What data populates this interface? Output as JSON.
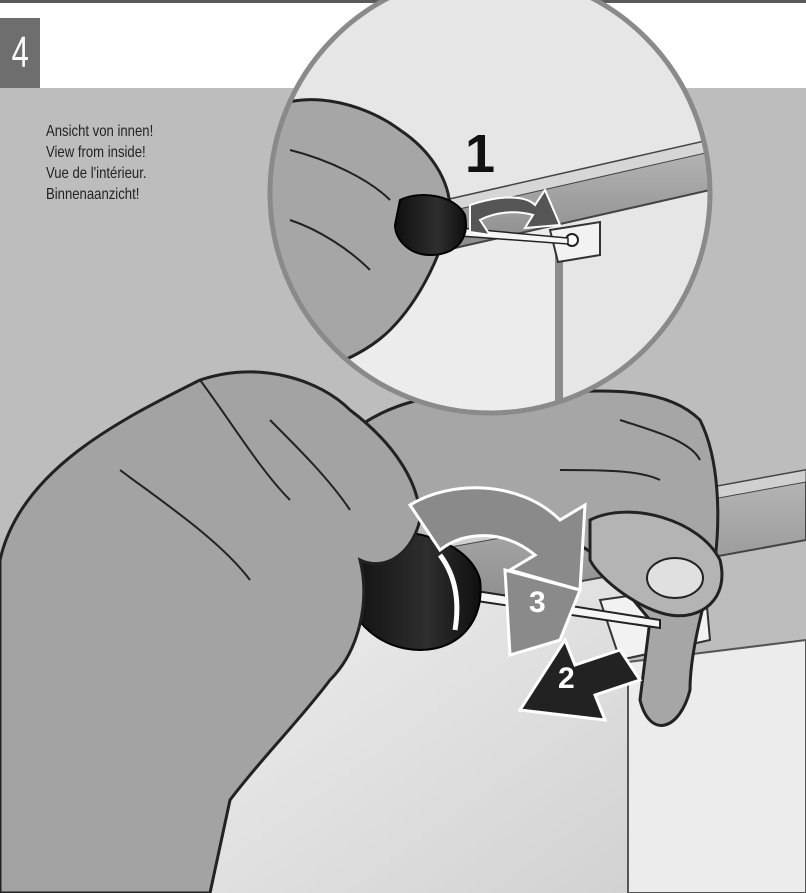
{
  "step_number": "4",
  "view_notes": [
    "Ansicht von  innen!",
    "View from inside!",
    "Vue de  l'intérieur.",
    "Binnenaanzicht!"
  ],
  "callouts": {
    "step_1": "1",
    "step_2": "2",
    "step_3": "3"
  },
  "colors": {
    "background": "#bdbdbd",
    "badge": "#6e6e6e",
    "skin": "#a9a9a9",
    "rail": "#9a9a9a",
    "panel": "#e6e6e6",
    "handle": "#1f1f1f",
    "arrow": "#8a8a8a"
  }
}
